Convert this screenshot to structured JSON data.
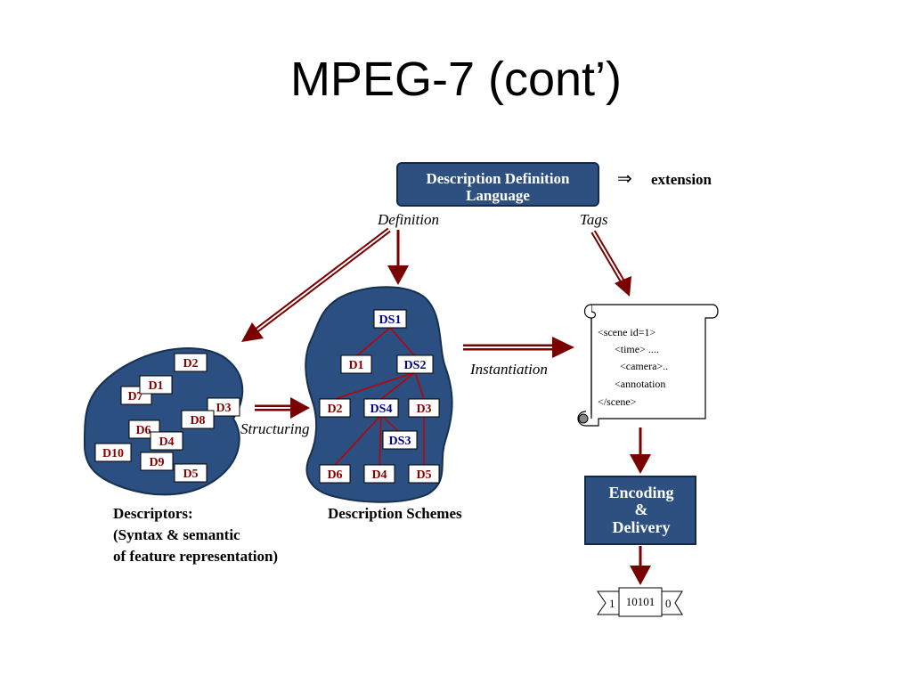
{
  "slide": {
    "title": "MPEG-7 (cont’)"
  },
  "ddl": {
    "title_line1": "Description Definition",
    "title_line2": "Language",
    "arrow_symbol": "⇒",
    "extension": "extension",
    "definition_label": "Definition",
    "tags_label": "Tags"
  },
  "descriptors": {
    "items": [
      "D2",
      "D1",
      "D7",
      "D3",
      "D8",
      "D6",
      "D4",
      "D10",
      "D9",
      "D5"
    ],
    "caption_line1": "Descriptors:",
    "caption_line2": "(Syntax & semantic",
    "caption_line3": "of feature representation)"
  },
  "structuring_label": "Structuring",
  "schemes": {
    "ds1": "DS1",
    "d1": "D1",
    "ds2": "DS2",
    "d2": "D2",
    "ds4": "DS4",
    "d3": "D3",
    "ds3": "DS3",
    "d6": "D6",
    "d4": "D4",
    "d5": "D5",
    "caption": "Description Schemes"
  },
  "instantiation_label": "Instantiation",
  "scroll": {
    "lines": [
      "<scene id=1>",
      "<time> ....",
      "<camera>..",
      "<annotation",
      "</scene>"
    ]
  },
  "encoding": {
    "line1": "Encoding",
    "line2": "&",
    "line3": "Delivery"
  },
  "bitstream": {
    "left": "1",
    "value": "10101",
    "right": "0"
  },
  "colors": {
    "blob_fill": "#2a4f80",
    "box_fill": "#2d5080",
    "arrow": "#7a0000",
    "d_label": "#8b0000",
    "ds_label": "#00008b"
  }
}
